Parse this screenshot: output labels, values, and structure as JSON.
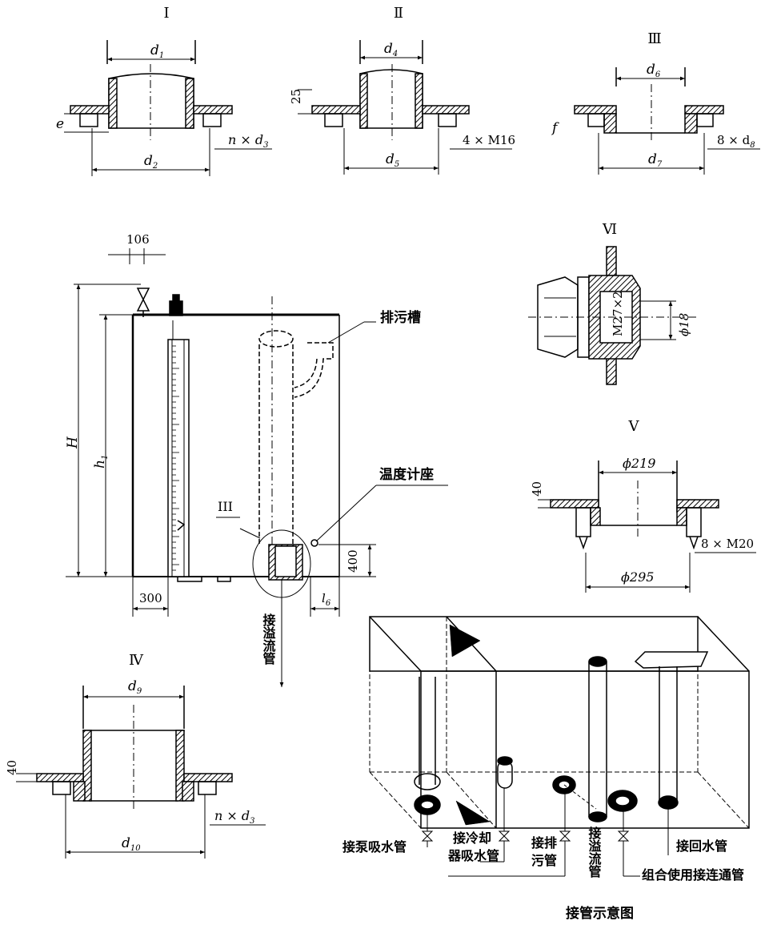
{
  "detail_I": {
    "roman": "I",
    "d1": "d",
    "d1_sub": "1",
    "d2": "d",
    "d2_sub": "2",
    "e": "e",
    "bolts": "n × d",
    "bolts_sub": "3"
  },
  "detail_II": {
    "roman": "Ⅱ",
    "d4": "d",
    "d4_sub": "4",
    "d5": "d",
    "d5_sub": "5",
    "h25": "25",
    "bolts": "4 × M16"
  },
  "detail_III": {
    "roman": "Ⅲ",
    "d6": "d",
    "d6_sub": "6",
    "d7": "d",
    "d7_sub": "7",
    "f": "f",
    "bolts": "8 × d",
    "bolts_sub": "8"
  },
  "detail_VI": {
    "roman": "Ⅵ",
    "thread": "M27×2",
    "dia": "ϕ18"
  },
  "detail_V": {
    "roman": "Ⅴ",
    "dia_top": "ϕ219",
    "dia_bot": "ϕ295",
    "h40": "40",
    "bolts": "8 × M20"
  },
  "detail_IV": {
    "roman": "Ⅳ",
    "d9": "d",
    "d9_sub": "9",
    "d10": "d",
    "d10_sub": "10",
    "h40": "40",
    "bolts": "n × d",
    "bolts_sub": "3"
  },
  "main_view": {
    "dim_106": "106",
    "dim_H": "H",
    "dim_h1": "h",
    "dim_h1_sub": "1",
    "dim_300": "300",
    "dim_400": "400",
    "dim_l6": "l",
    "dim_l6_sub": "6",
    "label_III": "III",
    "label_drain_slot": "排污槽",
    "label_thermo": "温度计座",
    "label_overflow": "接溢流管"
  },
  "iso_view": {
    "caption": "接管示意图",
    "pump": "接泵吸水管",
    "cooler_1": "接冷却",
    "cooler_2": "器吸水管",
    "drain_1": "接排",
    "drain_2": "污管",
    "overflow": "接溢流管",
    "return": "接回水管",
    "connect": "组合使用接连通管"
  }
}
